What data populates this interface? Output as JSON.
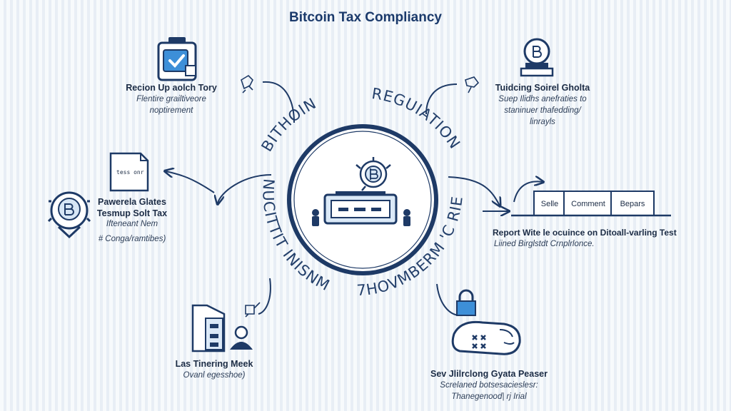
{
  "title": "Bitcoin Tax Compliancy",
  "colors": {
    "accent": "#1e4c8a",
    "light_blue": "#4a90d9",
    "background": "#eef3f8",
    "ink": "#1c2c45"
  },
  "ring": {
    "words": [
      "BITHOIN",
      "REGUIATION",
      "NUCITTIT INISNME",
      "7HOVMBERM 'C RIEG"
    ]
  },
  "nodes": {
    "top_left": {
      "icon": "checklist-icon",
      "title": "Recion Up aolch Tory",
      "lines": [
        "Flentire grailtiveore",
        "noptirement"
      ]
    },
    "mid_left": {
      "icon": "bitcoin-badge-icon",
      "doc_label": "tess onr",
      "title_lines": [
        "Pawerela Glates",
        "Tesmup Solt Tax"
      ],
      "lines": [
        "Ifteneant Nem",
        "# Conga/ramtibes)"
      ]
    },
    "bottom_left": {
      "icon": "filing-cabinet-icon",
      "title": "Las Tinering Meek",
      "lines": [
        "Ovanl egesshoe)"
      ]
    },
    "top_right": {
      "icon": "bitcoin-stand-icon",
      "title": "Tuidcing Soirel Gholta",
      "lines": [
        "Suep Ilidhs anefraties to",
        "staninuer thafedding/",
        "linrayls"
      ]
    },
    "mid_right": {
      "cells": [
        "Selle",
        "Comment",
        "Bepars"
      ],
      "lines": [
        "Report Wite le ocuince on Ditoall-varling Test",
        "Liined Birglstdt Crnplrlonce."
      ]
    },
    "bottom_right": {
      "icon": "shredder-icon",
      "title": "Sev Jlilrclong Gyata Peaser",
      "lines": [
        "Screlaned botsesacieslesr:",
        "Thanegenood| rj Irial"
      ]
    }
  }
}
